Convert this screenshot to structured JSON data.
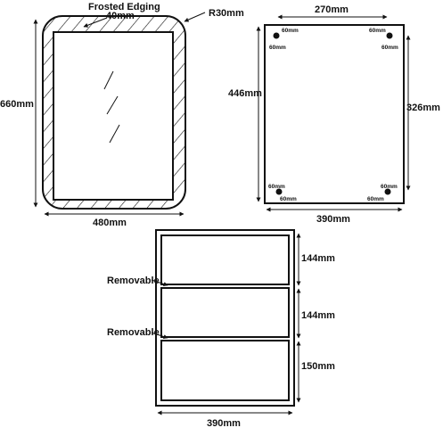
{
  "mirror": {
    "frosted_label": "Frosted Edging",
    "edge_width": "40mm",
    "corner_radius": "R30mm",
    "height": "660mm",
    "width": "480mm"
  },
  "back": {
    "top_span": "270mm",
    "height": "446mm",
    "right_span": "326mm",
    "width": "390mm",
    "hole_offset_x": "60mm",
    "hole_offset_y": "60mm"
  },
  "cabinet": {
    "shelf_label_1": "Removable",
    "shelf_label_2": "Removable",
    "section_1": "144mm",
    "section_2": "144mm",
    "section_3": "150mm",
    "width": "390mm"
  }
}
